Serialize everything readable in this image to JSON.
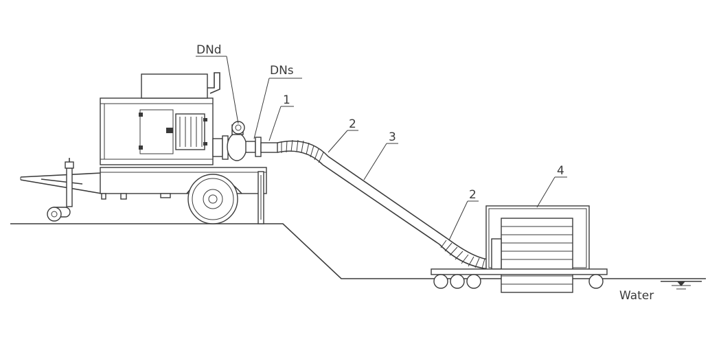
{
  "labels": {
    "dnd": "DNd",
    "dns": "DNs",
    "n1": "1",
    "n2a": "2",
    "n3": "3",
    "n2b": "2",
    "n4": "4",
    "water": "Water"
  }
}
